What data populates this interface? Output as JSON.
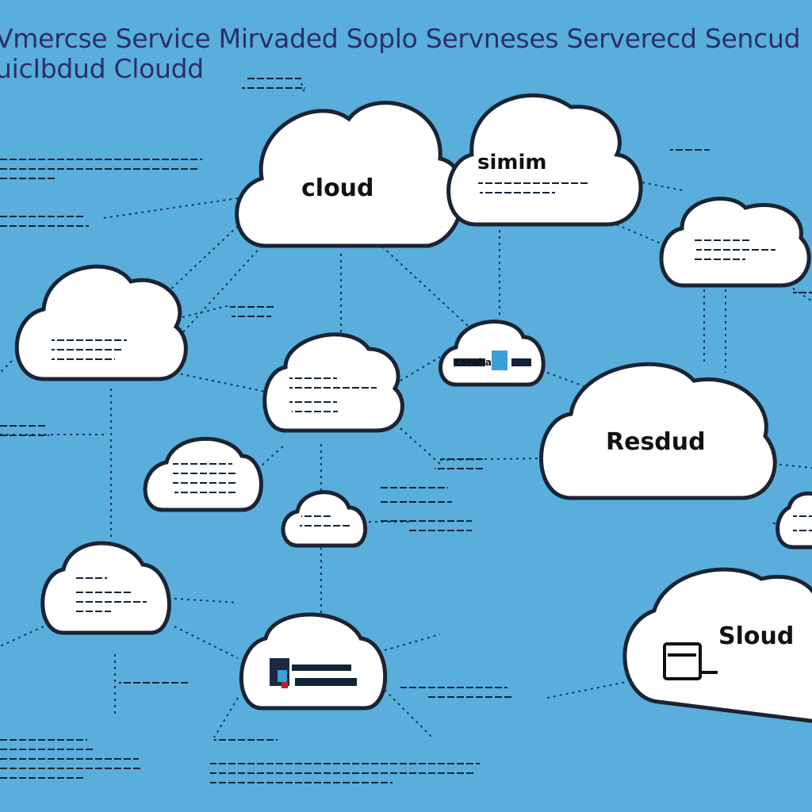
{
  "header": {
    "title_line1": "Vmercse Service Mirvaded Soplo Servneses Serverecd Sencud",
    "title_line2": "uicIbdud Cloudd"
  },
  "clouds": {
    "cloud_main": "cloud",
    "cloud_simim": "simim",
    "cloud_resdud": "Resdud",
    "cloud_sloud": "Sloud",
    "cloud_small_center": "coraha"
  },
  "colors": {
    "background": "#5aaedb",
    "cloud_fill": "#ffffff",
    "cloud_outline": "#1a2433",
    "title": "#2a2f6e",
    "connector": "#123a5c"
  },
  "icons": {
    "server_box": "server-box-icon"
  }
}
